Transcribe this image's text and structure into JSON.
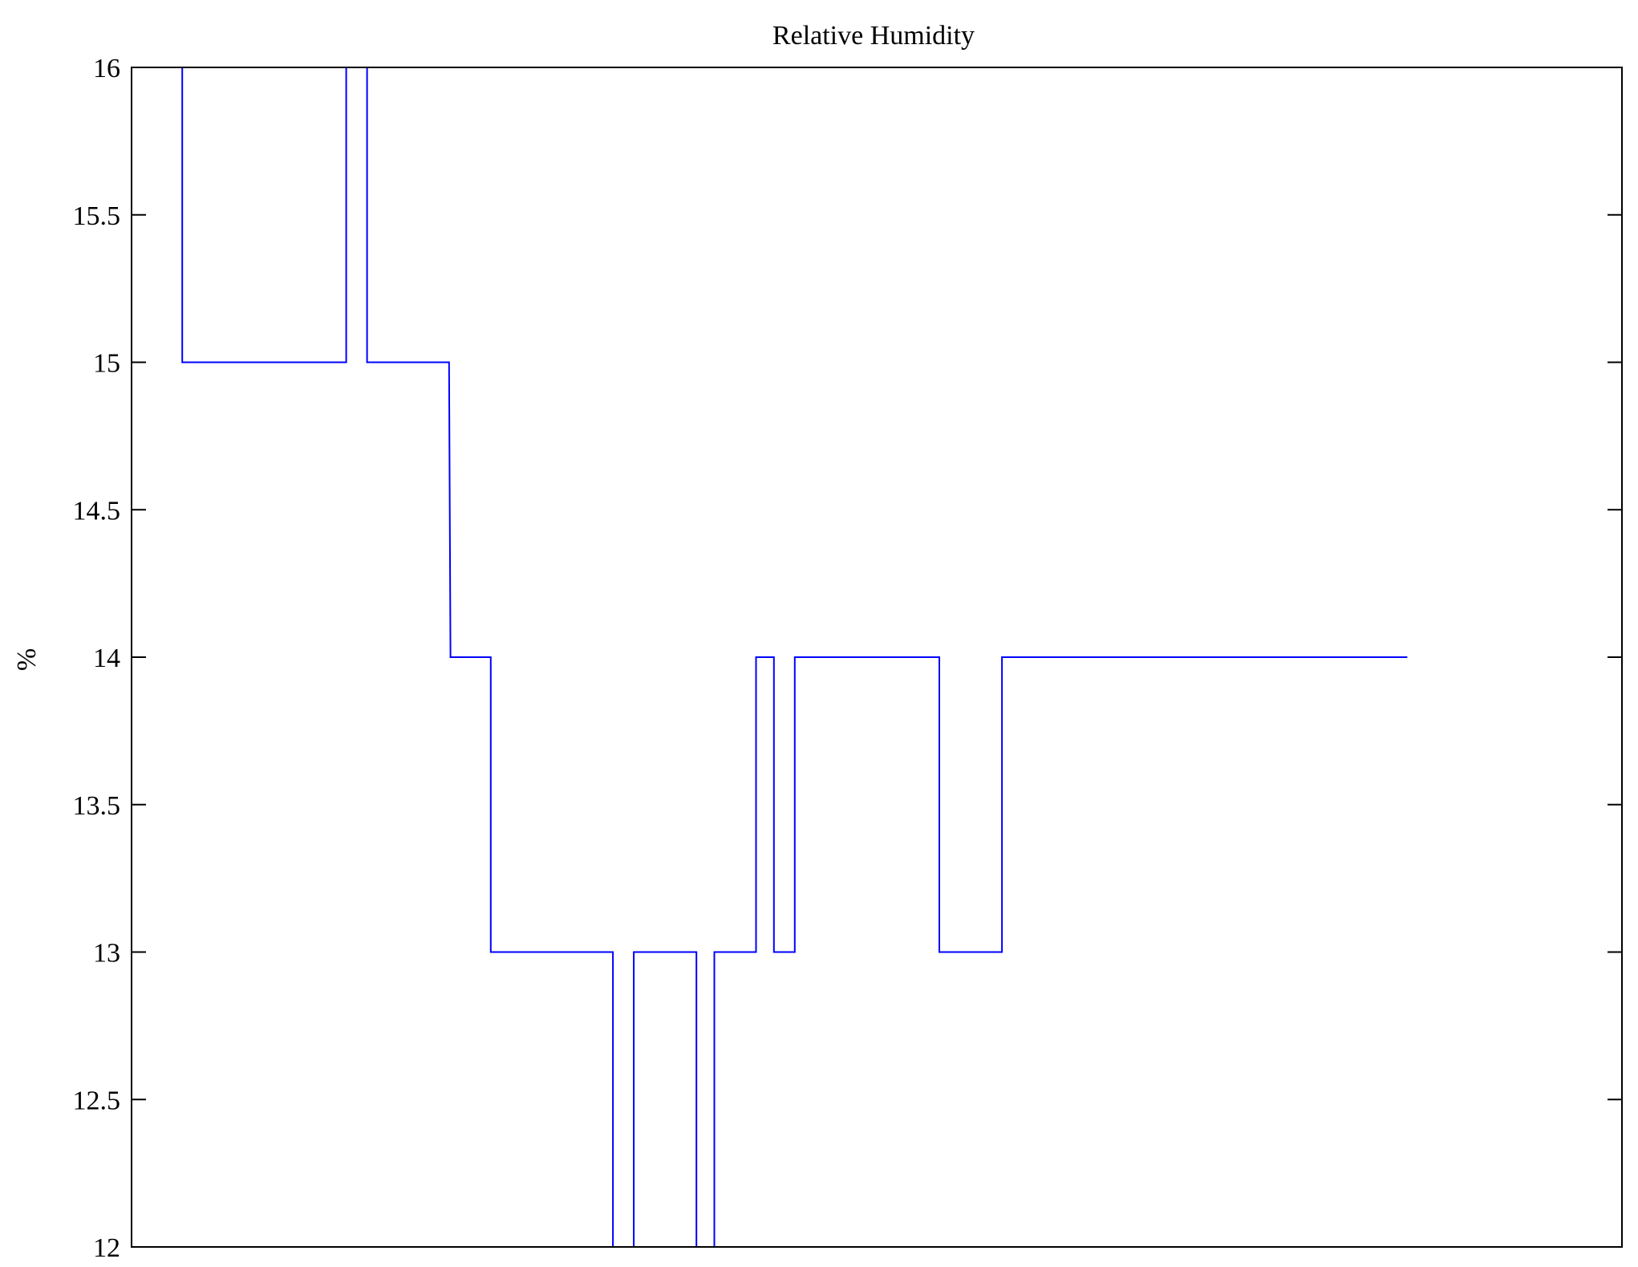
{
  "chart_data": {
    "type": "line",
    "title": "Relative Humidity",
    "xlabel": "",
    "ylabel": "%",
    "ylim": [
      12,
      16
    ],
    "xlim": [
      0,
      100
    ],
    "yticks": [
      12,
      12.5,
      13,
      13.5,
      14,
      14.5,
      15,
      15.5,
      16
    ],
    "ytick_labels": [
      "12",
      "12.5",
      "13",
      "13.5",
      "14",
      "14.5",
      "15",
      "15.5",
      "16"
    ],
    "step": true,
    "grid": false,
    "series": [
      {
        "color": "#0000ff",
        "x": [
          3.4,
          3.4,
          14.4,
          14.4,
          15.8,
          15.8,
          21.3,
          21.4,
          24.1,
          24.1,
          32.3,
          32.3,
          33.7,
          33.7,
          37.9,
          37.9,
          39.1,
          39.1,
          41.9,
          41.9,
          43.1,
          43.1,
          44.5,
          44.5,
          54.2,
          54.2,
          58.4,
          58.4,
          85.6
        ],
        "y": [
          16,
          15,
          15,
          16,
          16,
          15,
          15,
          14,
          14,
          13,
          13,
          12,
          12,
          13,
          13,
          12,
          12,
          13,
          13,
          14,
          14,
          13,
          13,
          14,
          14,
          13,
          13,
          14,
          14
        ]
      }
    ]
  }
}
